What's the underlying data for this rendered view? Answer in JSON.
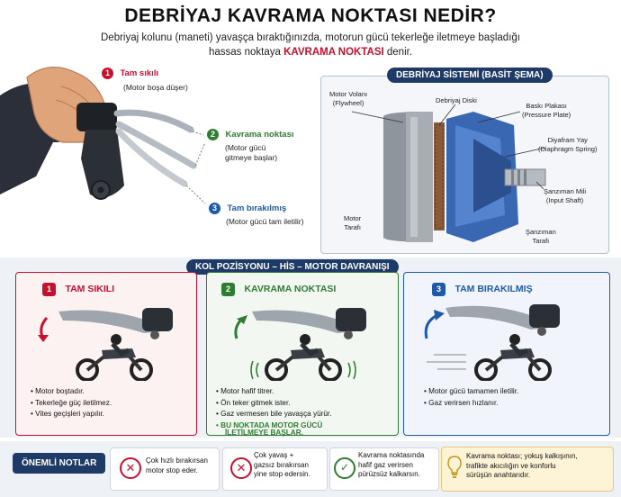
{
  "title": "DEBRİYAJ KAVRAMA NOKTASI NEDİR?",
  "subtitle": {
    "line1": "Debriyaj kolunu (maneti) yavaşça bıraktığınızda, motorun gücü tekerleğe iletmeye başladığı",
    "line2_before": "hassas noktaya ",
    "line2_highlight": "KAVRAMA NOKTASI",
    "line2_after": " denir."
  },
  "callouts": [
    {
      "num": "1",
      "title": "Tam sıkılı",
      "desc": [
        "(Motor boşa düşer)"
      ],
      "color": "#c8102e"
    },
    {
      "num": "2",
      "title": "Kavrama noktası",
      "desc": [
        "(Motor gücü",
        "gitmeye başlar)"
      ],
      "color": "#2e7d32"
    },
    {
      "num": "3",
      "title": "Tam bırakılmış",
      "desc": [
        "(Motor gücü tam iletilir)"
      ],
      "color": "#1e5aa8"
    }
  ],
  "schema": {
    "header": "DEBRİYAJ SİSTEMİ (BASİT ŞEMA)",
    "labels": {
      "flywheel": [
        "Motor Volanı",
        "(Flywheel)"
      ],
      "disc": [
        "Debriyaj Diski"
      ],
      "pressure": [
        "Baskı Plakası",
        "(Pressure Plate)"
      ],
      "diaphragm": [
        "Diyafram Yay",
        "(Diaphragm Spring)"
      ],
      "shaft": [
        "Şanzıman Mili",
        "(Input Shaft)"
      ],
      "engine": [
        "Motor",
        "Tarafı"
      ],
      "gearbox": [
        "Şanzıman",
        "Tarafı"
      ]
    }
  },
  "positions_header": "KOL POZİSYONU – HİS – MOTOR DAVRANIŞI",
  "panels": [
    {
      "num": "1",
      "title": "TAM SIKILI",
      "color": "#c8102e",
      "bg": "#fdf2f2",
      "bullets": [
        "Motor boştadır.",
        "Tekerleğe güç iletilmez.",
        "Vites geçişleri yapılır."
      ],
      "highlight": []
    },
    {
      "num": "2",
      "title": "KAVRAMA NOKTASI",
      "color": "#2e7d32",
      "bg": "#f2f8f1",
      "bullets": [
        "Motor hafif titrer.",
        "Ön teker gitmek ister.",
        "Gaz vermesen bile yavaşça yürür."
      ],
      "highlight": [
        "BU NOKTADA MOTOR GÜCÜ",
        "İLETİLMEYE BAŞLAR."
      ]
    },
    {
      "num": "3",
      "title": "TAM BIRAKILMIŞ",
      "color": "#1e5aa8",
      "bg": "#f1f5fb",
      "bullets": [
        "Motor gücü tamamen iletilir.",
        "Gaz verirsen hızlanır."
      ],
      "highlight": []
    }
  ],
  "notes": {
    "header": "ÖNEMLİ NOTLAR",
    "items": [
      {
        "icon": "✕",
        "lines": [
          "Çok hızlı bırakırsan",
          "motor stop eder."
        ]
      },
      {
        "icon": "✕",
        "lines": [
          "Çok yavaş +",
          "gazsız bırakırsan",
          "yine stop edersin."
        ]
      },
      {
        "icon": "✓",
        "lines": [
          "Kavrama noktasında",
          "hafif gaz verirsen",
          "pürüzsüz kalkarsın."
        ]
      }
    ],
    "tip": [
      "Kavrama noktası; yokuş kalkışının,",
      "trafikte akıcılığın ve konforlu",
      "sürüşün anahtarıdır."
    ]
  },
  "colors": {
    "navy": "#1e3a66",
    "red": "#c8102e",
    "green": "#2e7d32",
    "blue": "#1e5aa8",
    "tipBg": "#fdf3d6"
  }
}
